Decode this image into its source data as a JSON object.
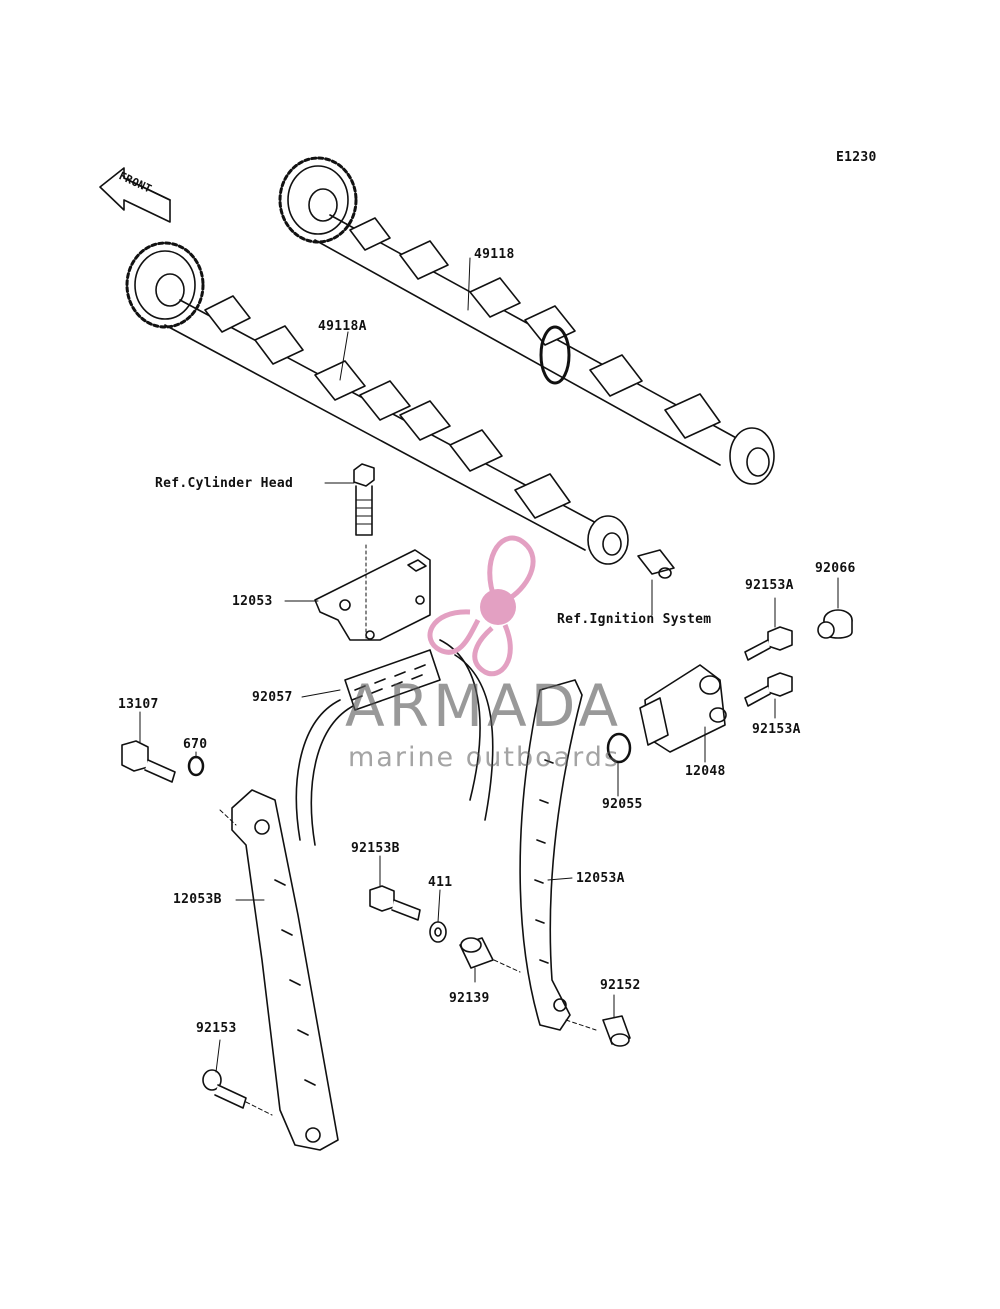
{
  "diagram_code": "E1230",
  "front_label": "FRONT",
  "parts": {
    "p49118": "49118",
    "p49118A": "49118A",
    "ref_cylinder_head": "Ref.Cylinder Head",
    "p12053": "12053",
    "ref_ignition": "Ref.Ignition System",
    "p92153A_top": "92153A",
    "p92066": "92066",
    "p92057": "92057",
    "p13107": "13107",
    "p670": "670",
    "p92153A_bottom": "92153A",
    "p12048": "12048",
    "p92055": "92055",
    "p92153B": "92153B",
    "p411": "411",
    "p12053A": "12053A",
    "p12053B": "12053B",
    "p92139": "92139",
    "p92152": "92152",
    "p92153": "92153"
  },
  "watermark": {
    "title": "ARMADA",
    "subtitle": "marine outboards",
    "accent_color": "#e3a0c2",
    "gray_color": "#5a5a5a"
  }
}
